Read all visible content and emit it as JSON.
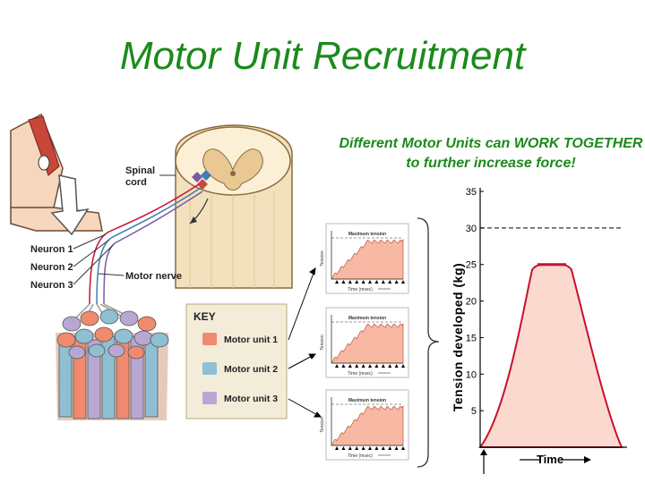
{
  "slide": {
    "title": "Motor Unit Recruitment",
    "subtitle": "Different Motor Units can WORK TOGETHER to further increase force!"
  },
  "anatomy": {
    "labels": {
      "spinal_cord": "Spinal cord",
      "motor_nerve": "Motor nerve",
      "neuron1": "Neuron 1",
      "neuron2": "Neuron 2",
      "neuron3": "Neuron 3"
    }
  },
  "key": {
    "title": "KEY",
    "items": [
      {
        "label": "Motor unit 1",
        "color": "#ef8a6e"
      },
      {
        "label": "Motor unit 2",
        "color": "#8fbfd3"
      },
      {
        "label": "Motor unit 3",
        "color": "#b9a7d3"
      }
    ]
  },
  "mini_charts": {
    "title": "Maximum tension",
    "xlabel": "Time (msec)",
    "ylabel": "Tension"
  },
  "chart_data": {
    "type": "area",
    "ylabel": "Tension developed (kg)",
    "xlabel": "Time",
    "yticks": [
      5,
      10,
      15,
      20,
      25,
      30,
      35
    ],
    "ylim": [
      0,
      35
    ],
    "reference_line": 30,
    "shape": {
      "rise_start": 0,
      "plateau_value": 25,
      "fall_end": 0
    },
    "colors": {
      "fill": "#fbd9cf",
      "line": "#c8102e",
      "reference": "#333333"
    }
  }
}
